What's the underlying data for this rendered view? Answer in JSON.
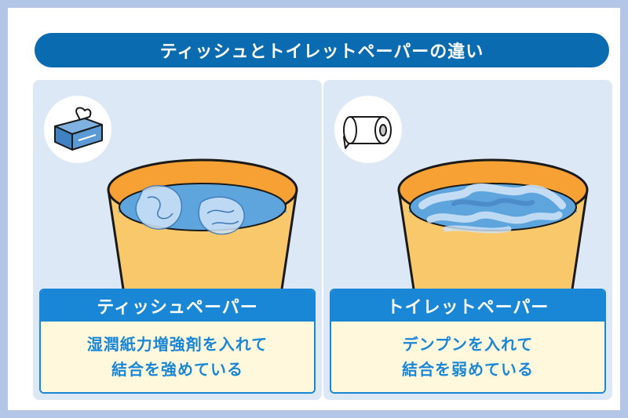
{
  "title": "ティッシュとトイレットペーパーの違い",
  "panels": [
    {
      "icon": "tissue-box-icon",
      "heading": "ティッシュペーパー",
      "line1": "湿潤紙力増強剤を入れて",
      "line2": "結合を強めている"
    },
    {
      "icon": "toilet-paper-icon",
      "heading": "トイレットペーパー",
      "line1": "デンプンを入れて",
      "line2": "結合を弱めている"
    }
  ],
  "colors": {
    "frame": "#b3c6e8",
    "title_bg": "#0b6bb0",
    "panel_bg": "#dde8f7",
    "label_head": "#1a86d6",
    "label_body": "#fff8dc",
    "cup": "#f9c86a",
    "cup_rim": "#f7a135",
    "water": "#5ea5de"
  }
}
